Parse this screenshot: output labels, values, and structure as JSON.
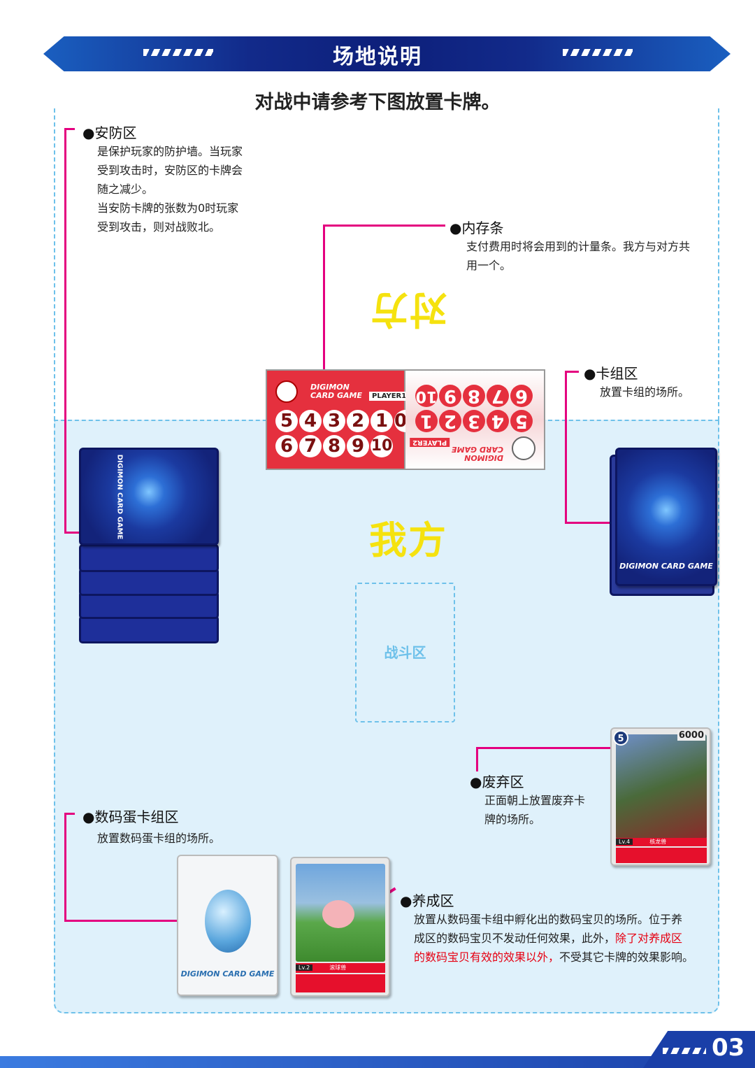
{
  "header": {
    "title": "场地说明",
    "subtitle": "对战中请参考下图放置卡牌。"
  },
  "areas": {
    "security": {
      "title": "●安防区",
      "lines": [
        "是保护玩家的防护墙。当玩家",
        "受到攻击时，安防区的卡牌会",
        "随之减少。",
        "当安防卡牌的张数为0时玩家",
        "受到攻击，则对战败北。"
      ]
    },
    "memory": {
      "title": "●内存条",
      "lines": [
        "支付费用时将会用到的计量条。我方与对方共",
        "用一个。"
      ]
    },
    "deck": {
      "title": "●卡组区",
      "lines": [
        "放置卡组的场所。"
      ]
    },
    "trash": {
      "title": "●废弃区",
      "lines": [
        "正面朝上放置废弃卡",
        "牌的场所。"
      ]
    },
    "egg": {
      "title": "●数码蛋卡组区",
      "lines": [
        "放置数码蛋卡组的场所。"
      ]
    },
    "raising": {
      "title": "●养成区",
      "line1": "放置从数码蛋卡组中孵化出的数码宝贝的场所。位于养",
      "line2a": "成区的数码宝贝不发动任何效果，此外，",
      "line2b": "除了对养成区",
      "line3a": "的数码宝贝有效的效果以外，",
      "line3b": "不受其它卡牌的效果影响。"
    },
    "opponent": "对方",
    "self": "我方",
    "battle": "战斗区"
  },
  "gauge": {
    "p1_top": [
      "5",
      "4",
      "3",
      "2",
      "1"
    ],
    "p1_bottom": [
      "6",
      "7",
      "8",
      "9",
      "10"
    ],
    "p2_top": [
      "10",
      "9",
      "8",
      "7",
      "6"
    ],
    "p2_bottom": [
      "1",
      "2",
      "3",
      "4",
      "5"
    ],
    "zero": "0",
    "p1": "PLAYER1",
    "p2": "PLAYER2",
    "logo": "DIGIMON CARD GAME"
  },
  "cards": {
    "trash_name": "核龙兽",
    "trash_dp": "6000",
    "trash_level": "Lv.4",
    "trash_cost": "5",
    "raising_name": "滚球兽",
    "raising_level": "Lv.2",
    "logo": "DIGIMON CARD GAME"
  },
  "page": "03",
  "colors": {
    "accent_line": "#e4007f",
    "field": "#dff1fb",
    "header": "#122a8a"
  }
}
